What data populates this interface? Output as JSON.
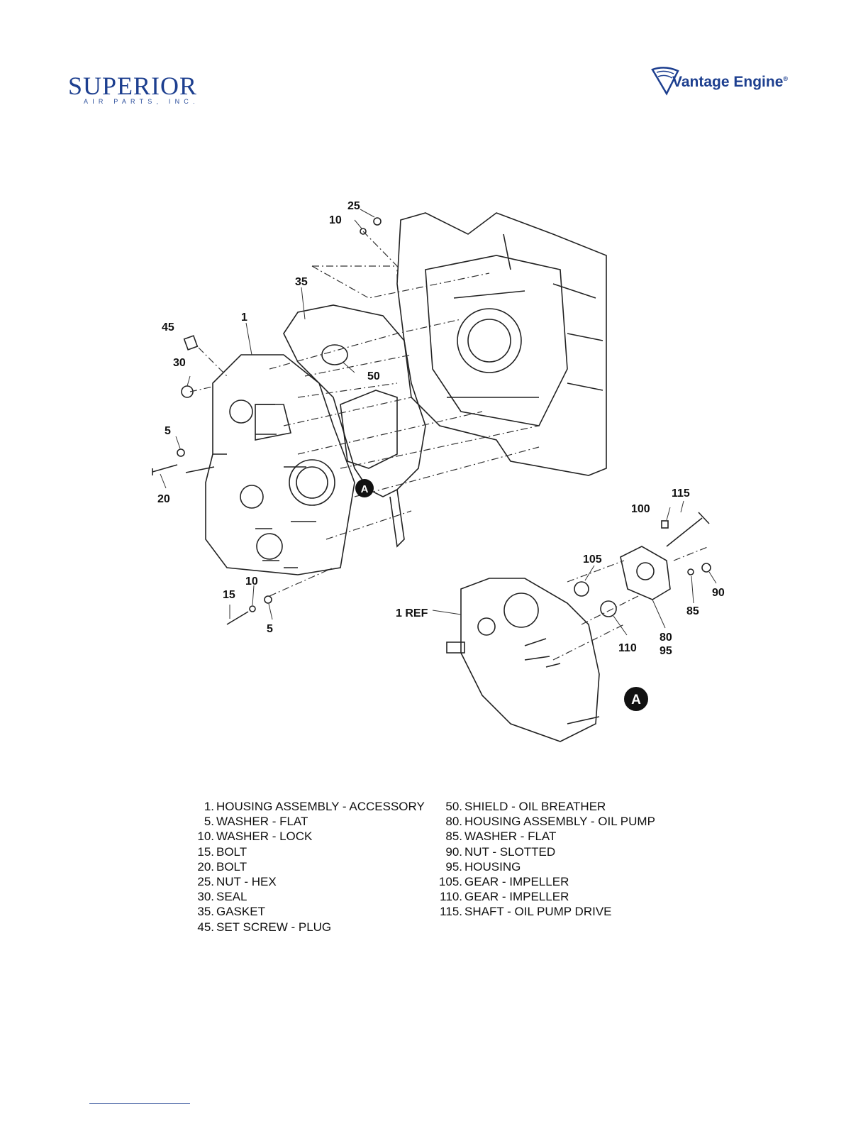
{
  "header": {
    "left_logo": {
      "name": "SUPERIOR",
      "subtext": "AIR PARTS, INC.",
      "color": "#1d3f8f"
    },
    "right_logo": {
      "name": "Vantage Engine",
      "mark": "®",
      "color": "#1d3f8f"
    }
  },
  "diagram": {
    "callouts": [
      "25",
      "10",
      "35",
      "1",
      "45",
      "30",
      "50",
      "5",
      "20",
      "A",
      "10",
      "15",
      "5",
      "115",
      "100",
      "105",
      "90",
      "85",
      "1 REF",
      "80",
      "95",
      "110",
      "A"
    ]
  },
  "legend": {
    "left": [
      {
        "num": "1.",
        "desc": "HOUSING ASSEMBLY - ACCESSORY"
      },
      {
        "num": "5.",
        "desc": "WASHER - FLAT"
      },
      {
        "num": "10.",
        "desc": "WASHER - LOCK"
      },
      {
        "num": "15.",
        "desc": "BOLT"
      },
      {
        "num": "20.",
        "desc": "BOLT"
      },
      {
        "num": "25.",
        "desc": "NUT - HEX"
      },
      {
        "num": "30.",
        "desc": "SEAL"
      },
      {
        "num": "35.",
        "desc": "GASKET"
      },
      {
        "num": "45.",
        "desc": "SET SCREW - PLUG"
      }
    ],
    "right": [
      {
        "num": "50.",
        "desc": "SHIELD - OIL BREATHER"
      },
      {
        "num": "80.",
        "desc": "HOUSING ASSEMBLY - OIL PUMP"
      },
      {
        "num": "85.",
        "desc": "WASHER - FLAT"
      },
      {
        "num": "90.",
        "desc": "NUT - SLOTTED"
      },
      {
        "num": "95.",
        "desc": "HOUSING"
      },
      {
        "num": "105.",
        "desc": "GEAR - IMPELLER"
      },
      {
        "num": "110.",
        "desc": "GEAR - IMPELLER"
      },
      {
        "num": "115.",
        "desc": "SHAFT - OIL PUMP DRIVE"
      }
    ]
  }
}
